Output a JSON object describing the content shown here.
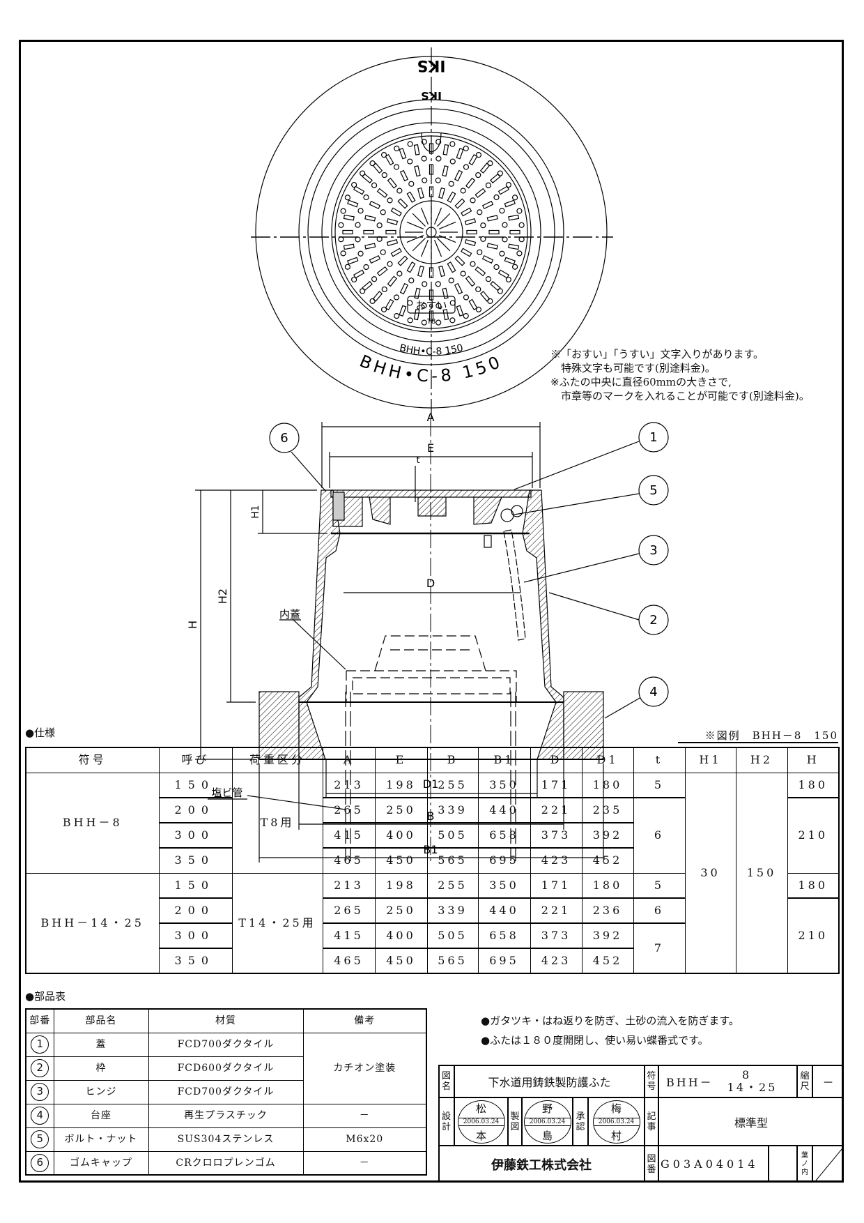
{
  "drawing": {
    "top_view": {
      "logo": "IKS",
      "cover_text": "おすい",
      "load_mark": "T8",
      "inner_ring_text": "BHH•C-8 150",
      "outer_ring_text": "BHH•C-8 150"
    },
    "section_view": {
      "dims": {
        "A": "A",
        "E": "E",
        "t": "t",
        "H1": "H1",
        "H2": "H2",
        "H": "H",
        "D": "D",
        "D1": "D1",
        "B": "B",
        "B1": "B1"
      },
      "inner_cover_label": "内蓋",
      "pvc_pipe_label": "塩ビ管",
      "balloons": [
        "1",
        "2",
        "3",
        "4",
        "5",
        "6"
      ]
    },
    "notes": "※「おすい」「うすい」文字入りがあります。\n　特殊文字も可能です(別途料金)。\n※ふたの中央に直径60mmの大きさで,\n　市章等のマークを入れることが可能です(別途料金)。"
  },
  "spec": {
    "heading": "●仕様",
    "example": "※図例　BHH－8　150",
    "headers": [
      "符号",
      "呼び",
      "荷重区分",
      "A",
      "E",
      "B",
      "B1",
      "D",
      "D1",
      "t",
      "H1",
      "H2",
      "H"
    ],
    "h1": "30",
    "h2": "150",
    "groups": [
      {
        "code": "BHH－8",
        "load": "T8用",
        "rows": [
          {
            "size": "150",
            "values": [
              "213",
              "198",
              "255",
              "350",
              "171",
              "180"
            ]
          },
          {
            "size": "200",
            "values": [
              "265",
              "250",
              "339",
              "440",
              "221",
              "235"
            ]
          },
          {
            "size": "300",
            "values": [
              "415",
              "400",
              "505",
              "658",
              "373",
              "392"
            ]
          },
          {
            "size": "350",
            "values": [
              "465",
              "450",
              "565",
              "695",
              "423",
              "452"
            ]
          }
        ],
        "t": [
          "5",
          "6"
        ],
        "h": [
          "180",
          "210"
        ]
      },
      {
        "code": "BHH－14・25",
        "load": "T14・25用",
        "rows": [
          {
            "size": "150",
            "values": [
              "213",
              "198",
              "255",
              "350",
              "171",
              "180"
            ]
          },
          {
            "size": "200",
            "values": [
              "265",
              "250",
              "339",
              "440",
              "221",
              "236"
            ]
          },
          {
            "size": "300",
            "values": [
              "415",
              "400",
              "505",
              "658",
              "373",
              "392"
            ]
          },
          {
            "size": "350",
            "values": [
              "465",
              "450",
              "565",
              "695",
              "423",
              "452"
            ]
          }
        ],
        "t": [
          "5",
          "6",
          "7"
        ],
        "h": [
          "180",
          "210"
        ]
      }
    ]
  },
  "parts": {
    "heading": "●部品表",
    "headers": [
      "部番",
      "部品名",
      "材質",
      "備考"
    ],
    "rows": [
      {
        "no": "1",
        "name": "蓋",
        "material": "FCD700ダクタイル"
      },
      {
        "no": "2",
        "name": "枠",
        "material": "FCD600ダクタイル"
      },
      {
        "no": "3",
        "name": "ヒンジ",
        "material": "FCD700ダクタイル"
      },
      {
        "no": "4",
        "name": "台座",
        "material": "再生プラスチック",
        "note": "－"
      },
      {
        "no": "5",
        "name": "ボルト・ナット",
        "material": "SUS304ステンレス",
        "note": "M6x20"
      },
      {
        "no": "6",
        "name": "ゴムキャップ",
        "material": "CRクロロプレンゴム",
        "note": "－"
      }
    ],
    "shared_note": "カチオン塗装"
  },
  "features": [
    "●ガタツキ・はね返りを防ぎ、土砂の流入を防ぎます。",
    "●ふたは１８０度開閉し、使い易い蝶番式です。"
  ],
  "title_block": {
    "name_label": "図名",
    "name": "下水道用鋳鉄製防護ふた",
    "code_label": "符号",
    "code_prefix": "BHH－",
    "code_top": "8",
    "code_bottom": "14・25",
    "scale_label": "縮尺",
    "scale": "－",
    "design_label": "設計",
    "drafting_label": "製図",
    "approval_label": "承認",
    "stamps": [
      {
        "top": "松",
        "date": "2006.03.24",
        "bottom": "本"
      },
      {
        "top": "野",
        "date": "2006.03.24",
        "bottom": "島"
      },
      {
        "top": "梅",
        "date": "2006.03.24",
        "bottom": "村"
      }
    ],
    "remark_label": "記事",
    "remark": "標準型",
    "company": "伊藤鉄工株式会社",
    "drawing_no_label": "図番",
    "drawing_no": "G03A04014",
    "sheet_label": "葉ノ内"
  }
}
